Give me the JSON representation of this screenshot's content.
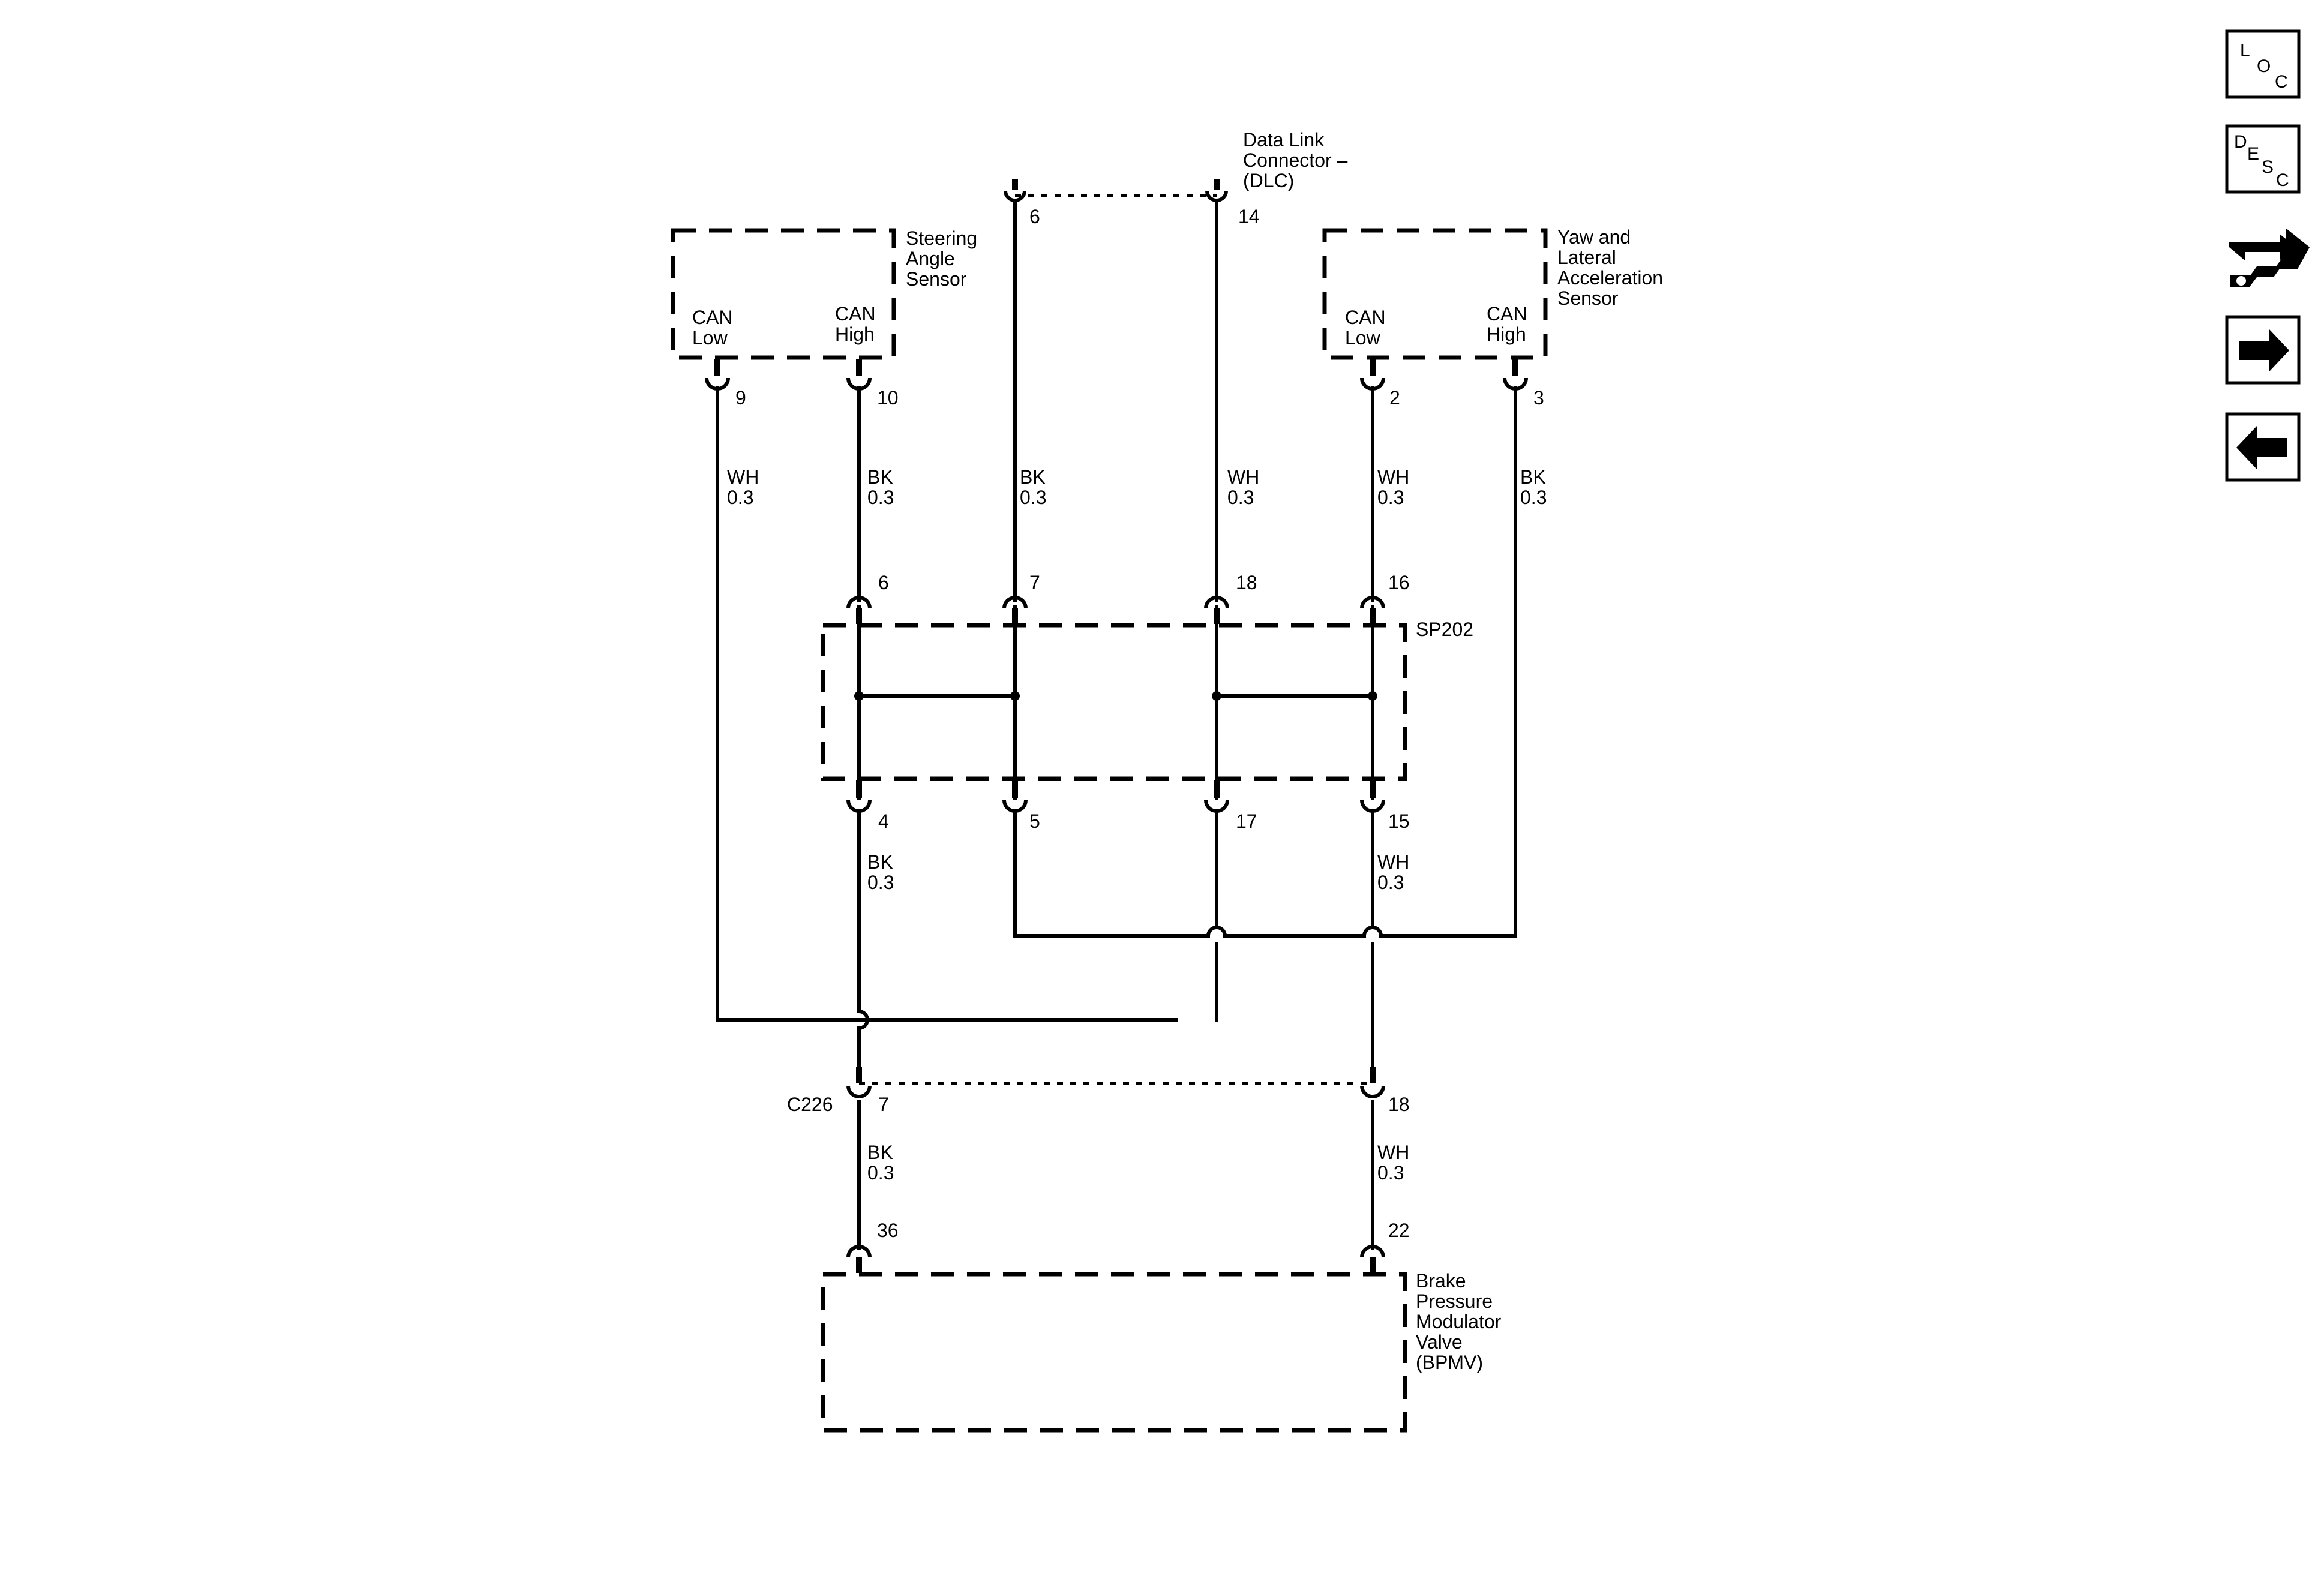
{
  "dlc": {
    "l1": "Data Link",
    "l2": "Connector –",
    "l3": "(DLC)",
    "pinA": "6",
    "pinB": "14"
  },
  "sas": {
    "l1": "Steering",
    "l2": "Angle",
    "l3": "Sensor",
    "can_low_1": "CAN",
    "can_low_2": "Low",
    "can_high_1": "CAN",
    "can_high_2": "High",
    "pin_low": "9",
    "pin_high": "10"
  },
  "yaw": {
    "l1": "Yaw and",
    "l2": "Lateral",
    "l3": "Acceleration",
    "l4": "Sensor",
    "can_low_1": "CAN",
    "can_low_2": "Low",
    "can_high_1": "CAN",
    "can_high_2": "High",
    "pin_low": "2",
    "pin_high": "3"
  },
  "wires": {
    "w1": {
      "color": "WH",
      "gauge": "0.3"
    },
    "w2": {
      "color": "BK",
      "gauge": "0.3"
    },
    "w3": {
      "color": "BK",
      "gauge": "0.3"
    },
    "w4": {
      "color": "WH",
      "gauge": "0.3"
    },
    "w5": {
      "color": "WH",
      "gauge": "0.3"
    },
    "w6": {
      "color": "BK",
      "gauge": "0.3"
    },
    "w7": {
      "color": "BK",
      "gauge": "0.3"
    },
    "w8": {
      "color": "WH",
      "gauge": "0.3"
    },
    "w9": {
      "color": "BK",
      "gauge": "0.3"
    },
    "w10": {
      "color": "WH",
      "gauge": "0.3"
    }
  },
  "sp202": {
    "label": "SP202",
    "top_pins": [
      "6",
      "7",
      "18",
      "16"
    ],
    "bottom_pins": [
      "4",
      "5",
      "17",
      "15"
    ]
  },
  "c226": {
    "label": "C226",
    "pinA": "7",
    "pinB": "18"
  },
  "bpmv": {
    "l1": "Brake",
    "l2": "Pressure",
    "l3": "Modulator",
    "l4": "Valve",
    "l5": "(BPMV)",
    "pinA": "36",
    "pinB": "22"
  },
  "nav": {
    "loc": {
      "a": "L",
      "b": "O",
      "c": "C"
    },
    "desc": {
      "a": "D",
      "b": "E",
      "c": "S",
      "d": "C"
    }
  },
  "colors": {
    "line": "#000000",
    "background": "#ffffff"
  }
}
